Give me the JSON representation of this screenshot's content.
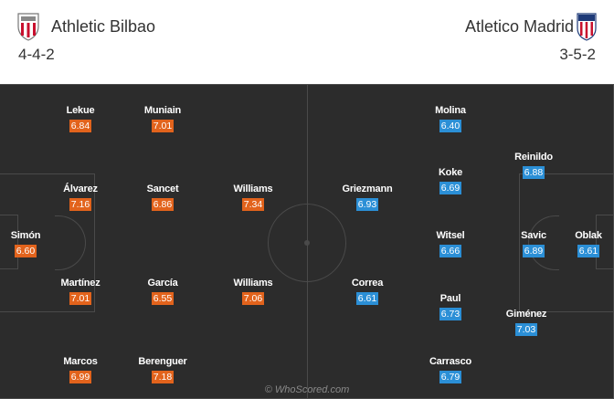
{
  "home": {
    "name": "Athletic Bilbao",
    "formation": "4-4-2",
    "color": "#e2631c",
    "crest_icon": "athletic-bilbao-crest",
    "players": [
      {
        "name": "Simón",
        "rating": "6.60"
      },
      {
        "name": "Lekue",
        "rating": "6.84"
      },
      {
        "name": "Álvarez",
        "rating": "7.16"
      },
      {
        "name": "Martínez",
        "rating": "7.01"
      },
      {
        "name": "Marcos",
        "rating": "6.99"
      },
      {
        "name": "Muniain",
        "rating": "7.01"
      },
      {
        "name": "Sancet",
        "rating": "6.86"
      },
      {
        "name": "García",
        "rating": "6.55"
      },
      {
        "name": "Berenguer",
        "rating": "7.18"
      },
      {
        "name": "Williams",
        "rating": "7.34"
      },
      {
        "name": "Williams",
        "rating": "7.06"
      }
    ]
  },
  "away": {
    "name": "Atletico Madrid",
    "formation": "3-5-2",
    "color": "#2b8fd6",
    "crest_icon": "atletico-madrid-crest",
    "players": [
      {
        "name": "Oblak",
        "rating": "6.61"
      },
      {
        "name": "Reinildo",
        "rating": "6.88"
      },
      {
        "name": "Savic",
        "rating": "6.89"
      },
      {
        "name": "Giménez",
        "rating": "7.03"
      },
      {
        "name": "Molina",
        "rating": "6.40"
      },
      {
        "name": "Koke",
        "rating": "6.69"
      },
      {
        "name": "Witsel",
        "rating": "6.66"
      },
      {
        "name": "Paul",
        "rating": "6.73"
      },
      {
        "name": "Carrasco",
        "rating": "6.79"
      },
      {
        "name": "Griezmann",
        "rating": "6.93"
      },
      {
        "name": "Correa",
        "rating": "6.61"
      }
    ]
  },
  "watermark": "© WhoScored.com",
  "pitch_color": "#2c2c2c"
}
